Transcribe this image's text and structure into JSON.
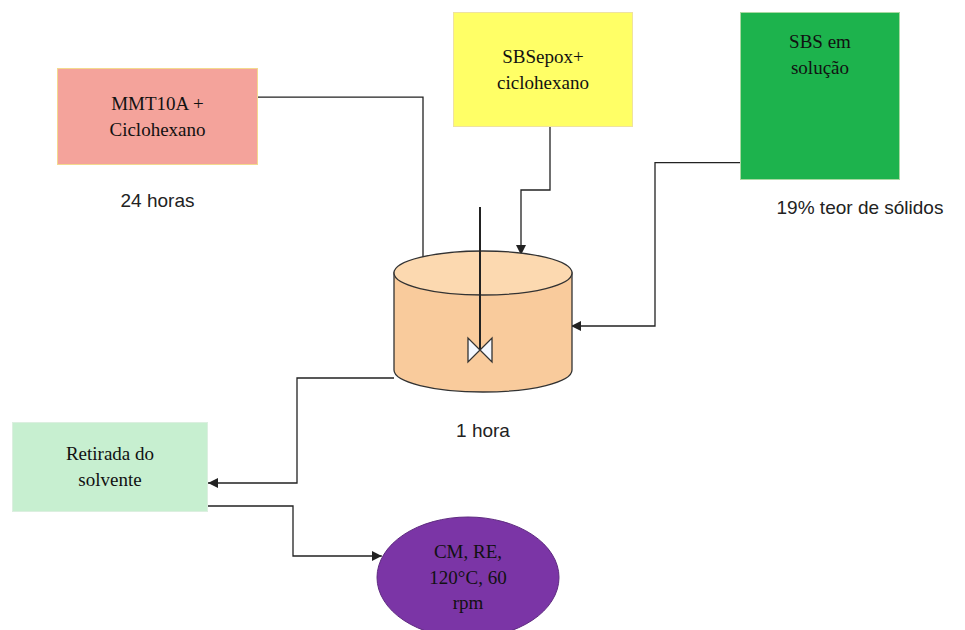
{
  "diagram": {
    "nodes": [
      {
        "text": [
          "MMT10A + Ciclohexano",
          "24 horas"
        ]
      },
      {
        "text": [
          "SBSepox+ ciclohexano"
        ]
      },
      {
        "text": [
          "SBS em solução",
          "19% teor de sólidos"
        ]
      },
      {
        "text": [
          "1 hora"
        ]
      },
      {
        "text": [
          "Retirada do solvente"
        ]
      },
      {
        "text": [
          "CM, RE, 120°C, 60 rpm"
        ]
      }
    ],
    "edges": [
      {
        "from": 0,
        "to": 3,
        "arrow": "to"
      },
      {
        "from": 1,
        "to": 3,
        "arrow": "to"
      },
      {
        "from": 2,
        "to": 3,
        "arrow": "to"
      },
      {
        "from": 3,
        "to": 4,
        "arrow": "to"
      },
      {
        "from": 4,
        "to": 5,
        "arrow": "to"
      }
    ]
  }
}
